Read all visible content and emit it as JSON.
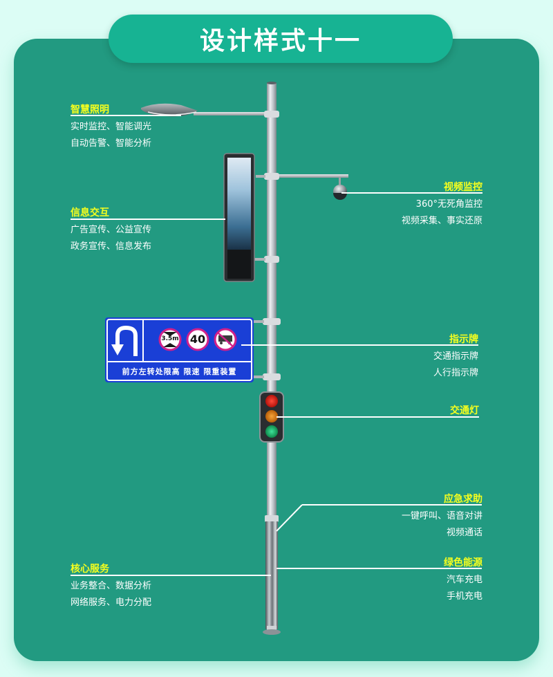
{
  "title": "设计样式十一",
  "colors": {
    "background": "#dcfdf5",
    "card": "#229a81",
    "title_pill": "#17b393",
    "heading": "#f6ff1e",
    "text": "#ffffff",
    "sign_blue": "#1a3fd6",
    "sign_ring": "#d0208a"
  },
  "features": {
    "lighting": {
      "title": "智慧照明",
      "lines": [
        "实时监控、智能调光",
        "自动告警、智能分析"
      ]
    },
    "info": {
      "title": "信息交互",
      "lines": [
        "广告宣传、公益宣传",
        "政务宣传、信息发布"
      ]
    },
    "video": {
      "title": "视频监控",
      "lines": [
        "360°无死角监控",
        "视频采集、事实还原"
      ]
    },
    "sign": {
      "title": "指示牌",
      "lines": [
        "交通指示牌",
        "人行指示牌"
      ]
    },
    "traffic_light": {
      "title": "交通灯",
      "lines": []
    },
    "emergency": {
      "title": "应急求助",
      "lines": [
        "一键呼叫、语音对讲",
        "视频通话"
      ]
    },
    "energy": {
      "title": "绿色能源",
      "lines": [
        "汽车充电",
        "手机充电"
      ]
    },
    "core": {
      "title": "核心服务",
      "lines": [
        "业务整合、数据分析",
        "网络服务、电力分配"
      ]
    }
  },
  "road_sign": {
    "height_limit": "3.5m",
    "speed_limit": "40",
    "caption": "前方左转处限高 限速 限重装置"
  },
  "icons": {
    "street_lamp": "street-lamp-icon",
    "display_screen": "led-screen-icon",
    "camera": "dome-camera-icon",
    "u_turn": "u-turn-arrow-icon",
    "traffic_light": "traffic-light-icon"
  }
}
